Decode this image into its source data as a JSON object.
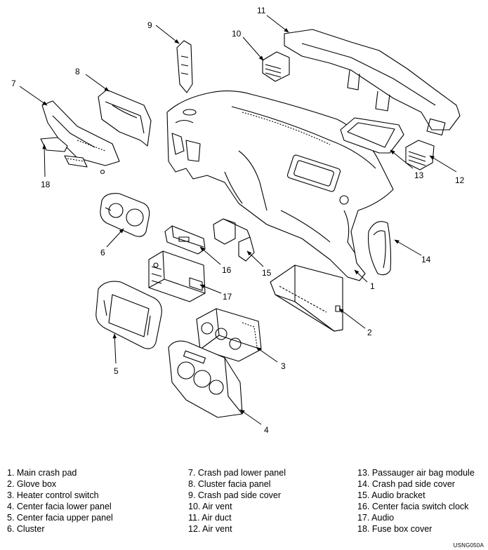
{
  "callouts": [
    "1",
    "2",
    "3",
    "4",
    "5",
    "6",
    "7",
    "8",
    "9",
    "10",
    "11",
    "12",
    "13",
    "14",
    "15",
    "16",
    "17",
    "18"
  ],
  "legend": {
    "col1": [
      "1. Main crash pad",
      "2. Glove box",
      "3. Heater control switch",
      "4. Center facia lower panel",
      "5. Center facia upper panel",
      "6. Cluster"
    ],
    "col2": [
      "7. Crash pad lower panel",
      "8. Cluster facia panel",
      "9. Crash pad side cover",
      "10. Air vent",
      "11. Air duct",
      "12. Air vent"
    ],
    "col3": [
      "13. Passauger air bag module",
      "14. Crash pad side cover",
      "15. Audio bracket",
      "16. Center facia switch clock",
      "17. Audio",
      "18. Fuse box cover"
    ]
  },
  "figure_code": "USNG050A"
}
